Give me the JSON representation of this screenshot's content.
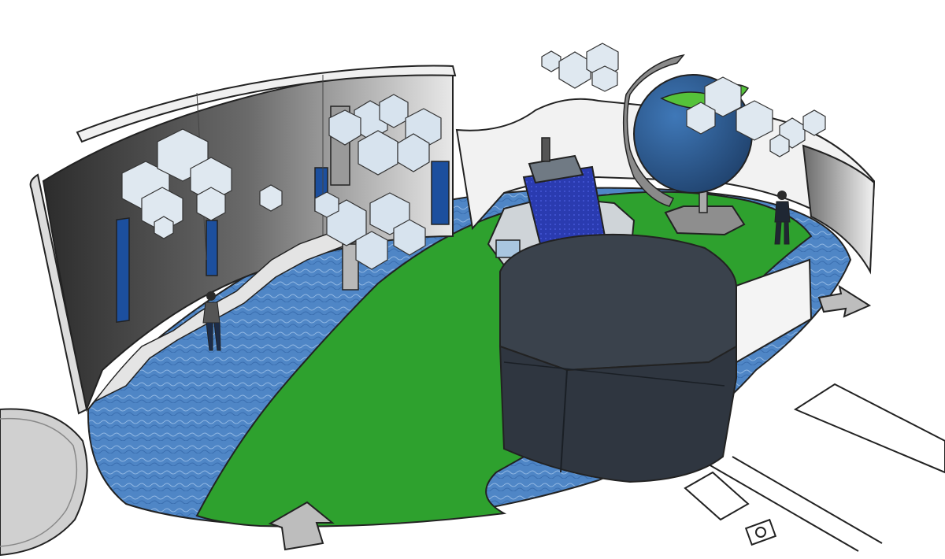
{
  "scene": {
    "kind": "exhibit-floor-plan-render",
    "colors": {
      "background": "#ffffff",
      "water": "#4f86c6",
      "land": "#2ea12e",
      "wall_light": "#e6e6e6",
      "wall_dark": "#3a3a3a",
      "wall_blue_panel": "#1c4f9e",
      "kiosk_dark": "#2f3640",
      "tower_blue": "#2a3bb0",
      "globe_ocean": "#2e5f9a",
      "globe_land": "#55c23a",
      "cloud": "#d7e3ee",
      "arrow": "#bdbdbd",
      "outline": "#222222"
    },
    "objects": [
      "curved-back-wall",
      "cloud-trees",
      "hanging-cloud-clusters",
      "river-floor",
      "central-tower",
      "dark-kiosk",
      "giant-globe",
      "visitor-figures",
      "entry-arrow",
      "exit-arrow"
    ]
  }
}
